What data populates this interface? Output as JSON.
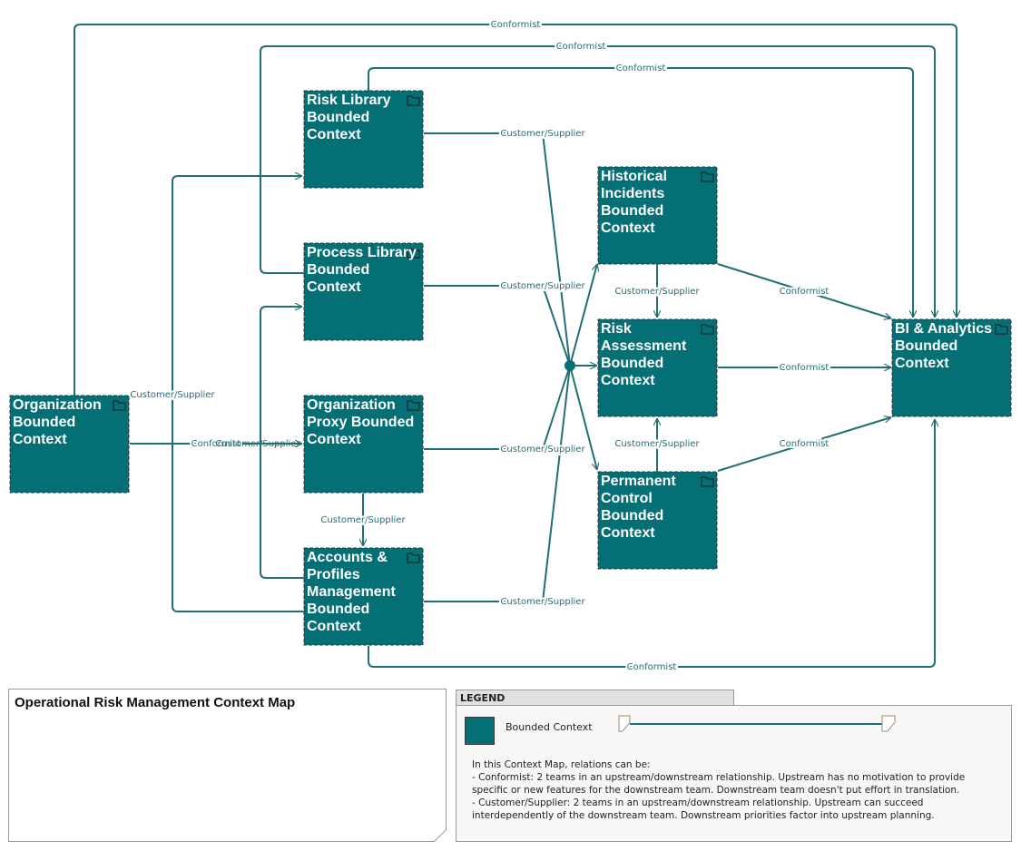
{
  "contexts": {
    "risk_library": "Risk Library Bounded Context",
    "process_library": "Process Library Bounded Context",
    "organization_proxy": "Organization Proxy Bounded Context",
    "accounts_profiles": "Accounts & Profiles Management Bounded Context",
    "organization": "Organization Bounded Context",
    "historical_incidents": "Historical Incidents Bounded Context",
    "risk_assessment": "Risk Assessment Bounded Context",
    "permanent_control": "Permanent Control Bounded Context",
    "bi_analytics": "BI & Analytics Bounded Context"
  },
  "relations": {
    "conformist": "Conformist",
    "customer_supplier": "Customer/Supplier"
  },
  "note": {
    "title": "Operational Risk Management Context Map"
  },
  "legend": {
    "header": "LEGEND",
    "swatch_label": "Bounded Context",
    "intro": "In this Context Map, relations can be:",
    "line1": "- Conformist: 2 teams in an upstream/downstream relationship. Upstream has no motivation to provide",
    "line2": "specific or new features for the downstream team. Downstream team doesn't put effort in translation.",
    "line3": "- Customer/Supplier: 2 teams in an upstream/downstream relationship. Upstream can succeed",
    "line4": "interdependently of the downstream team. Downstream priorities factor into upstream planning."
  },
  "colors": {
    "context_fill": "#056f76",
    "connector": "#1f6f75",
    "label": "#1f6f75"
  }
}
